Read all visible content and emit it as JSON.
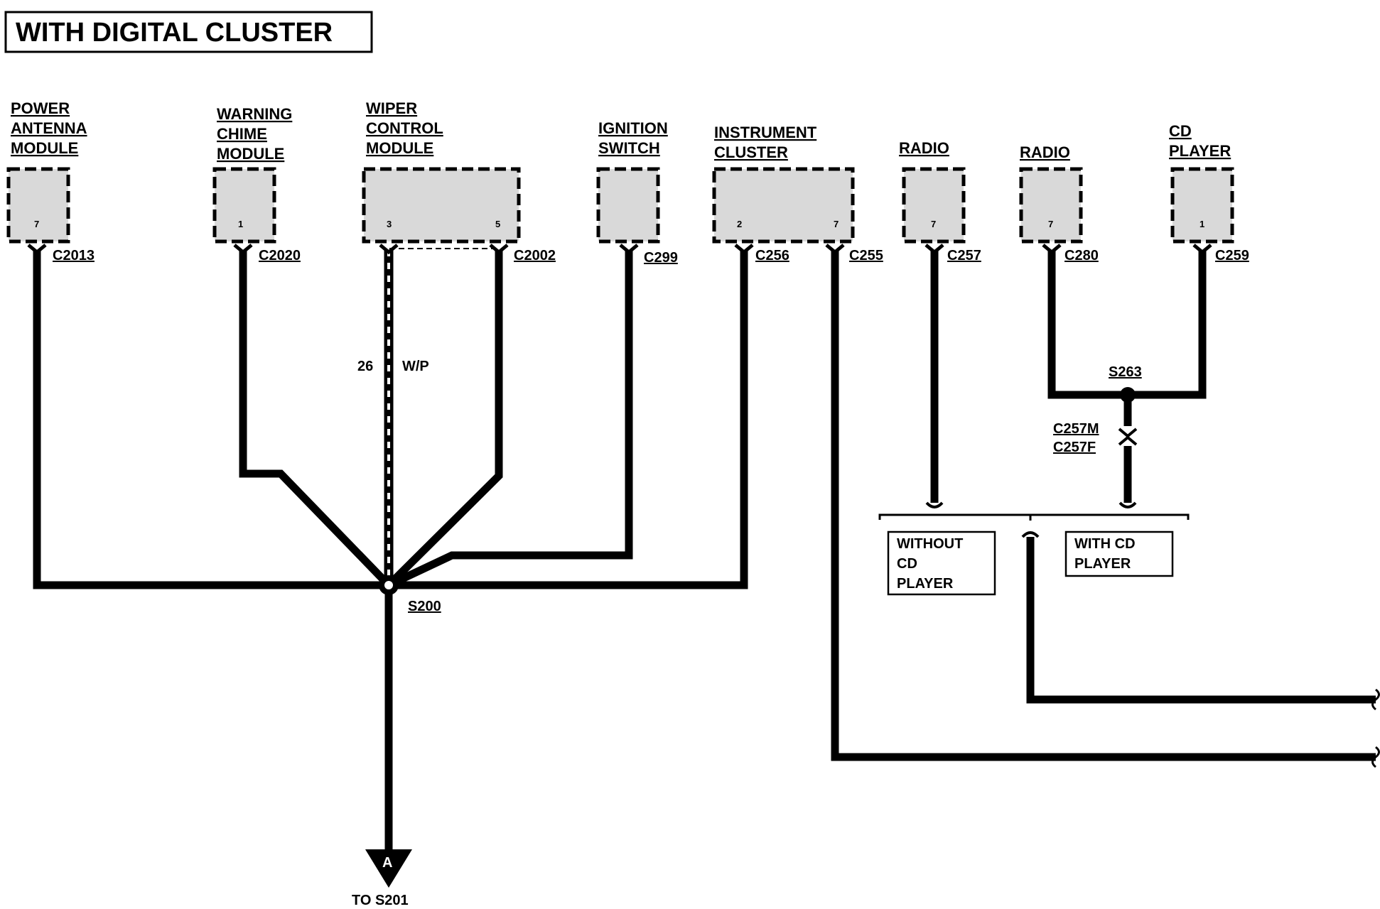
{
  "title": "WITH DIGITAL CLUSTER",
  "components": {
    "power_antenna": {
      "name": [
        "POWER",
        "ANTENNA",
        "MODULE"
      ],
      "pin": "7",
      "connector": "C2013"
    },
    "warning_chime": {
      "name": [
        "WARNING",
        "CHIME",
        "MODULE"
      ],
      "pin": "1",
      "connector": "C2020"
    },
    "wiper_control": {
      "name": [
        "WIPER",
        "CONTROL",
        "MODULE"
      ],
      "pin_left": "3",
      "pin_right": "5",
      "connector": "C2002"
    },
    "ignition_switch": {
      "name": [
        "IGNITION",
        "SWITCH"
      ],
      "connector": "C299"
    },
    "instrument_cluster": {
      "name": [
        "INSTRUMENT",
        "CLUSTER"
      ],
      "pin_left": "2",
      "pin_right": "7",
      "connector_left": "C256",
      "connector_right": "C255"
    },
    "radio_1": {
      "name": [
        "RADIO"
      ],
      "pin": "7",
      "connector": "C257"
    },
    "radio_2": {
      "name": [
        "RADIO"
      ],
      "pin": "7",
      "connector": "C280"
    },
    "cd_player": {
      "name": [
        "CD",
        "PLAYER"
      ],
      "pin": "1",
      "connector": "C259"
    }
  },
  "wire": {
    "circuit": "26",
    "color": "W/P"
  },
  "splices": {
    "main": "S200",
    "radio": "S263"
  },
  "inline_connector": [
    "C257M",
    "C257F"
  ],
  "options": {
    "without_cd": [
      "WITHOUT",
      "CD",
      "PLAYER"
    ],
    "with_cd": [
      "WITH CD",
      "PLAYER"
    ]
  },
  "arrow": {
    "letter": "A",
    "destination": "TO  S201"
  }
}
